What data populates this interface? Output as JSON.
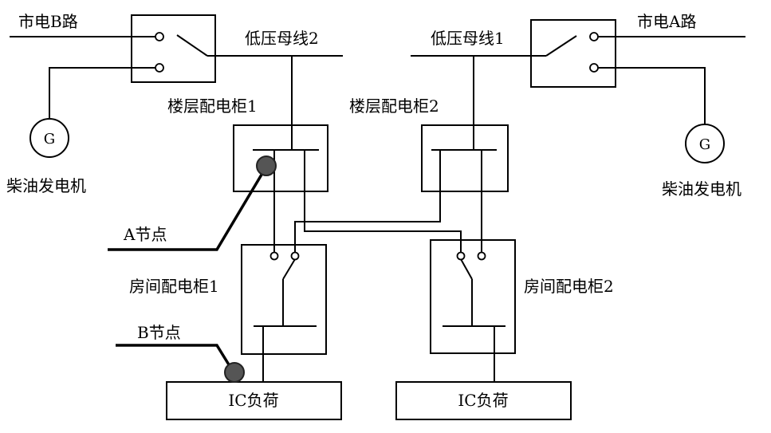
{
  "labels": {
    "utility_b": "市电B路",
    "utility_a": "市电A路",
    "bus_2": "低压母线2",
    "bus_1": "低压母线1",
    "floor_cabinet_1": "楼层配电柜1",
    "floor_cabinet_2": "楼层配电柜2",
    "diesel_left": "柴油发电机",
    "diesel_right": "柴油发电机",
    "generator_symbol_left": "G",
    "generator_symbol_right": "G",
    "node_a": "A节点",
    "node_b": "B节点",
    "room_cabinet_1": "房间配电柜1",
    "room_cabinet_2": "房间配电柜2",
    "load_1": "IC负荷",
    "load_2": "IC负荷"
  },
  "colors": {
    "line": "#000000",
    "node_fill": "#555555"
  }
}
